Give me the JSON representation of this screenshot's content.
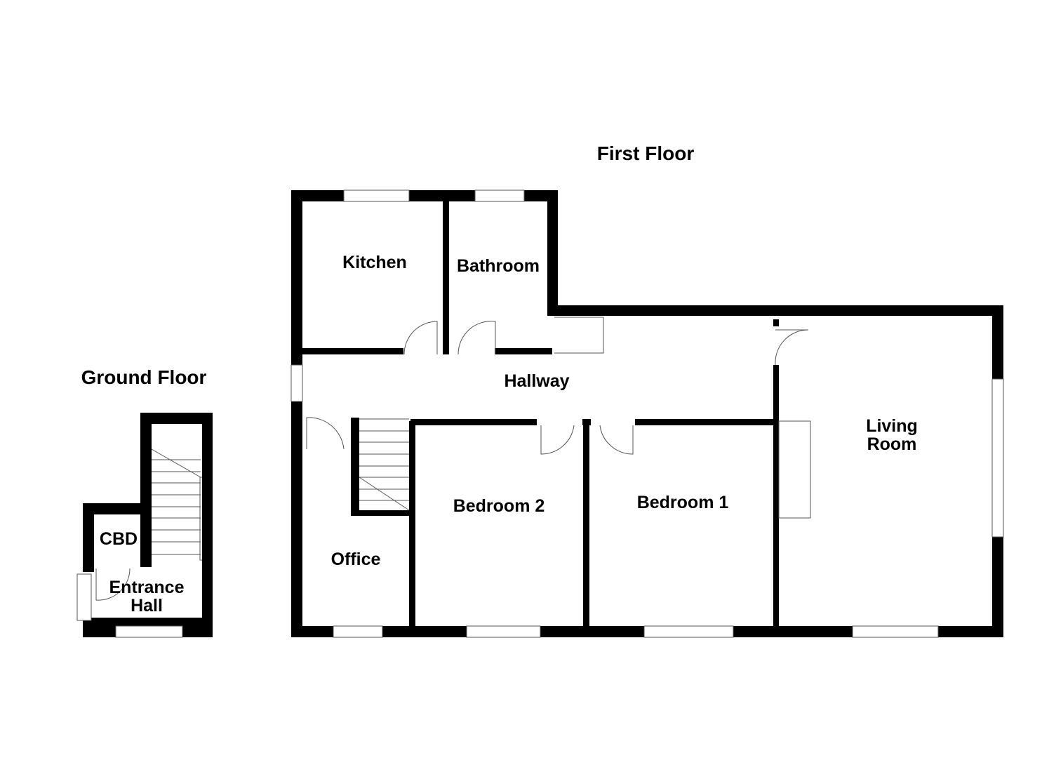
{
  "titles": {
    "first_floor": "First Floor",
    "ground_floor": "Ground Floor"
  },
  "rooms": {
    "kitchen": "Kitchen",
    "bathroom": "Bathroom",
    "hallway": "Hallway",
    "living_room": "Living Room",
    "bedroom_1": "Bedroom 1",
    "bedroom_2": "Bedroom 2",
    "office": "Office",
    "cbd": "CBD",
    "entrance_hall": "Entrance Hall"
  }
}
